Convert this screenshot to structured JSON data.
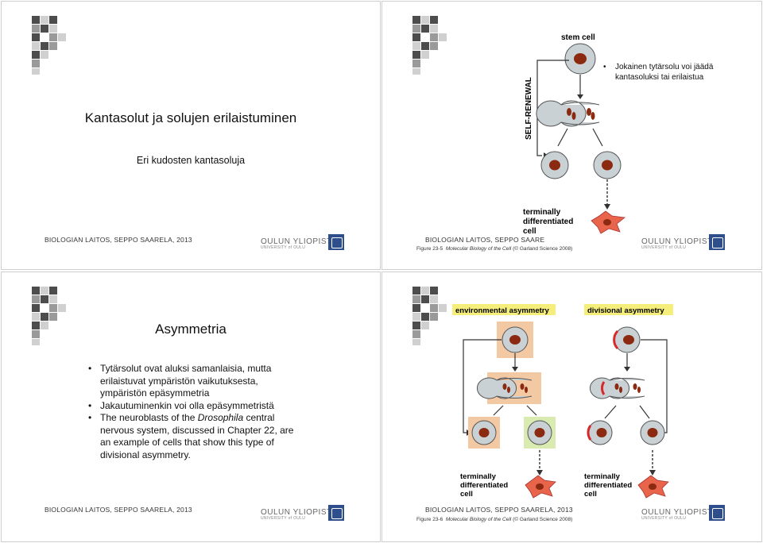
{
  "slide1": {
    "title": "Kantasolut ja solujen erilaistuminen",
    "subtitle": "Eri kudosten kantasoluja",
    "footer": "BIOLOGIAN LAITOS, SEPPO SAARELA, 2013"
  },
  "slide2": {
    "bullet": "Jokainen tytärsolu voi jäädä kantasoluksi tai erilaistua",
    "footer": "BIOLOGIAN LAITOS, SEPPO SAARE",
    "diagram": {
      "stem_cell_label": "stem cell",
      "self_renewal_label": "SELF-RENEWAL",
      "terminal_label_1": "terminally",
      "terminal_label_2": "differentiated",
      "terminal_label_3": "cell"
    },
    "caption": {
      "prefix": "Figure 23-5",
      "book": "Molecular Biology of the Cell",
      "suffix": "(© Garland Science 2008)"
    }
  },
  "slide3": {
    "title": "Asymmetria",
    "bullets": [
      "Tytärsolut ovat aluksi samanlaisia, mutta erilaistuvat ympäristön vaikutuksesta, ympäristön epäsymmetria",
      "Jakautuminenkin voi olla epäsymmetristä"
    ],
    "bullet3_part1": "The neuroblasts of the ",
    "bullet3_italic": "Drosophila",
    "bullet3_part2": " central nervous system, discussed in Chapter 22, are an example of cells that show this type of divisional asymmetry.",
    "footer": "BIOLOGIAN LAITOS, SEPPO SAARELA, 2013"
  },
  "slide4": {
    "footer": "BIOLOGIAN LAITOS, SEPPO SAARELA, 2013",
    "diagram": {
      "env_label": "environmental asymmetry",
      "div_label": "divisional asymmetry",
      "terminal_label_1": "terminally",
      "terminal_label_2": "differentiated",
      "terminal_label_3": "cell"
    },
    "caption": {
      "prefix": "Figure 23-6",
      "book": "Molecular Biology of the Cell",
      "suffix": "(© Garland Science 2008)"
    }
  },
  "university": {
    "name": "OULUN YLIOPISTO",
    "sub": "UNIVERSITY of OULU"
  },
  "colors": {
    "cell_fill": "#c9d1d4",
    "nucleus": "#8b2a10",
    "neuron": "#e8644a",
    "env_box": "#f3c9a4",
    "green_box": "#d9ebb0",
    "label_bg": "#f6ee7a",
    "crescent": "#d8282a"
  }
}
